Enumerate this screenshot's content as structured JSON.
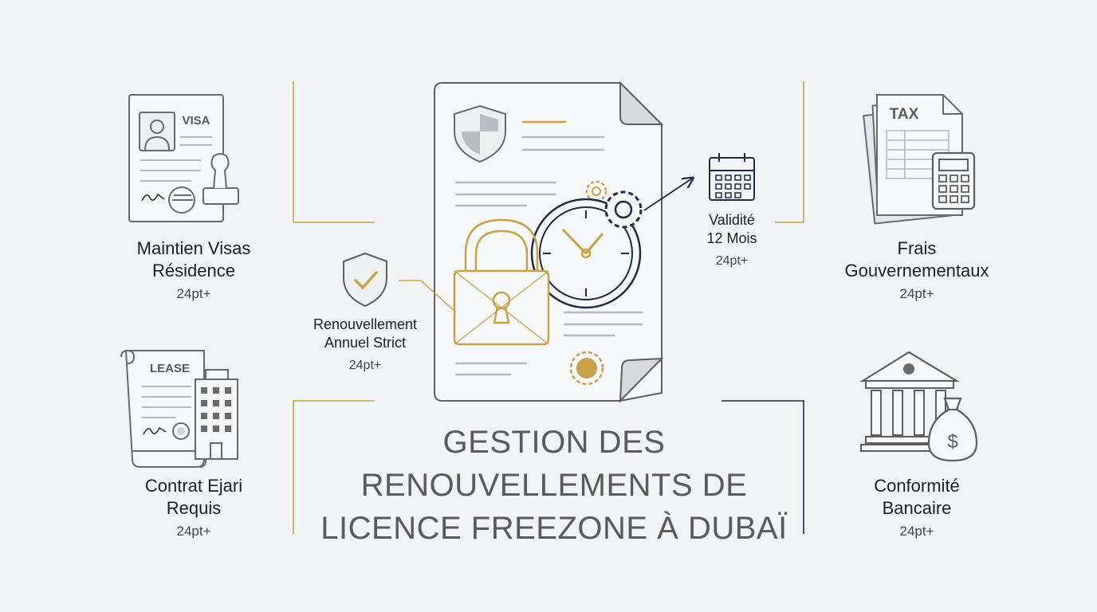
{
  "title_lines": [
    "GESTION DES",
    "RENOUVELLEMENTS DE",
    "LICENCE FREEZONE À DUBAÏ"
  ],
  "items": {
    "visas": {
      "title_lines": [
        "Maintien Visas",
        "Résidence"
      ],
      "size": "24pt+",
      "icon_text": "VISA"
    },
    "ejari": {
      "title_lines": [
        "Contrat Ejari",
        "Requis"
      ],
      "size": "24pt+",
      "icon_text": "LEASE"
    },
    "renewal": {
      "title_lines": [
        "Renouvellement",
        "Annuel Strict"
      ],
      "size": "24pt+"
    },
    "validity": {
      "title_lines": [
        "Validité",
        "12 Mois"
      ],
      "size": "24pt+"
    },
    "fees": {
      "title_lines": [
        "Frais",
        "Gouvernementaux"
      ],
      "size": "24pt+",
      "icon_text": "TAX"
    },
    "banking": {
      "title_lines": [
        "Conformité",
        "Bancaire"
      ],
      "size": "24pt+",
      "icon_text": "$"
    }
  },
  "colors": {
    "gold": "#c8a24a",
    "navy": "#1f2a44",
    "gray": "#6e6e6e",
    "background": "#f1f3f5"
  }
}
